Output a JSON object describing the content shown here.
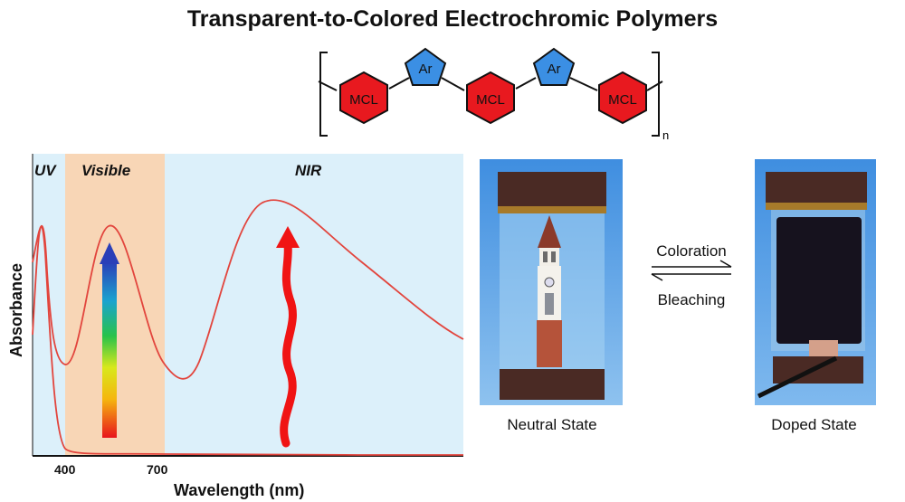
{
  "title": "Transparent-to-Colored Electrochromic Polymers",
  "polymer": {
    "hex_label": "MCL",
    "pent_label": "Ar",
    "subscript": "n",
    "hex_color": "#e8191f",
    "pent_color": "#3b8fe4"
  },
  "spectrum": {
    "region_uv": "UV",
    "region_visible": "Visible",
    "region_nir": "NIR",
    "ylabel": "Absorbance",
    "xlabel": "Wavelength (nm)",
    "tick_400": "400",
    "tick_700": "700",
    "line_color": "#e2453d",
    "bg_color": "#dcf0fa",
    "visible_band_color": "#f8d6b6"
  },
  "switch": {
    "forward": "Coloration",
    "reverse": "Bleaching"
  },
  "captions": {
    "neutral": "Neutral State",
    "doped": "Doped State"
  }
}
